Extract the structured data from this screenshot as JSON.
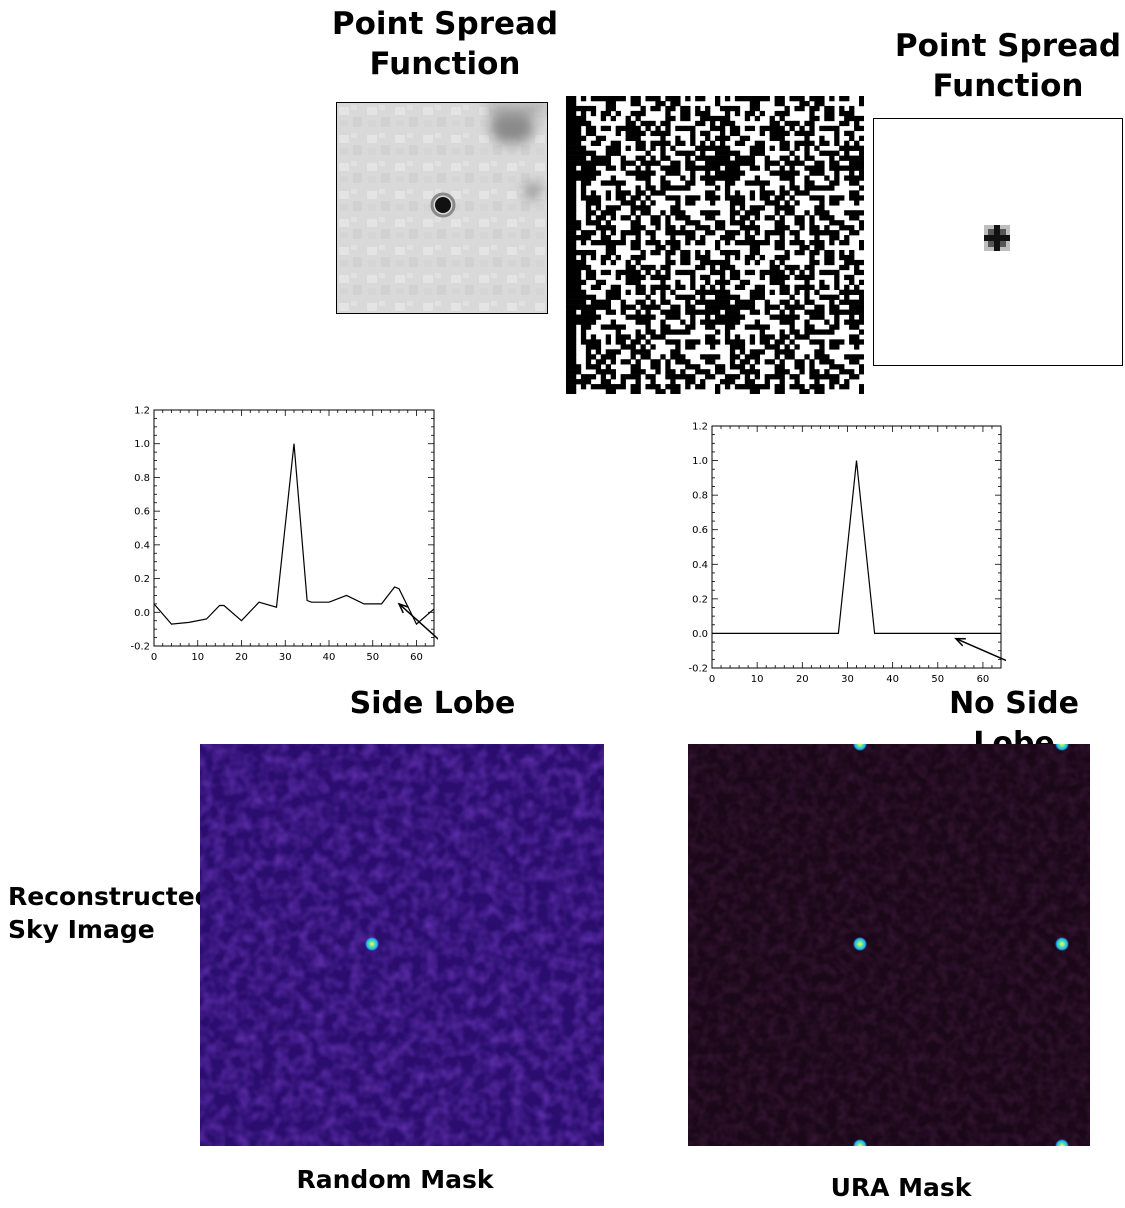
{
  "labels": {
    "psf_title_left": "Point Spread\nFunction",
    "psf_title_right": "Point Spread\nFunction",
    "side_lobe": "Side Lobe",
    "no_side_lobe": "No Side Lobe",
    "reconstructed": "Reconstructed\nSky  Image",
    "random_mask": "Random Mask",
    "ura_mask": "URA Mask"
  },
  "colors": {
    "sky_random_bg": "#2a0d6e",
    "sky_ura_bg": "#1a0718",
    "source_core": "#f8ff60",
    "source_ring": "#1fb0ff"
  },
  "chart_data": [
    {
      "type": "line",
      "title": "",
      "xlabel": "",
      "ylabel": "",
      "xlim": [
        0,
        64
      ],
      "ylim": [
        -0.2,
        1.2
      ],
      "xticks": [
        0,
        10,
        20,
        30,
        40,
        50,
        60
      ],
      "yticks": [
        -0.2,
        0.0,
        0.2,
        0.4,
        0.6,
        0.8,
        1.0,
        1.2
      ],
      "series": [
        {
          "x": [
            0,
            4,
            8,
            12,
            15,
            16,
            20,
            24,
            28,
            32,
            35,
            36,
            40,
            44,
            48,
            52,
            55,
            56,
            60,
            64
          ],
          "y": [
            0.05,
            -0.07,
            -0.06,
            -0.04,
            0.04,
            0.04,
            -0.05,
            0.06,
            0.03,
            1.0,
            0.07,
            0.06,
            0.06,
            0.1,
            0.05,
            0.05,
            0.15,
            0.14,
            -0.07,
            0.02
          ]
        }
      ],
      "annotation": "Side Lobe"
    },
    {
      "type": "line",
      "title": "",
      "xlabel": "",
      "ylabel": "",
      "xlim": [
        0,
        64
      ],
      "ylim": [
        -0.2,
        1.2
      ],
      "xticks": [
        0,
        10,
        20,
        30,
        40,
        50,
        60
      ],
      "yticks": [
        -0.2,
        0.0,
        0.2,
        0.4,
        0.6,
        0.8,
        1.0,
        1.2
      ],
      "series": [
        {
          "x": [
            0,
            28,
            32,
            36,
            64
          ],
          "y": [
            0.0,
            0.0,
            1.0,
            0.0,
            0.0
          ]
        }
      ],
      "annotation": "No Side Lobe"
    }
  ]
}
